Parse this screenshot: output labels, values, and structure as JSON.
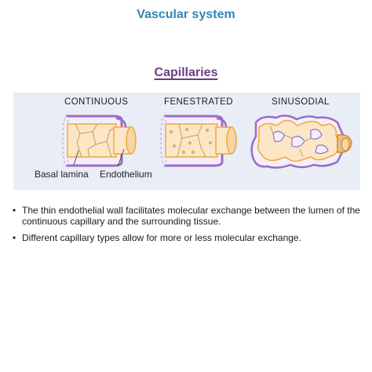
{
  "title": "Vascular system",
  "section": "Capillaries",
  "types": [
    {
      "label": "Continuous"
    },
    {
      "label": "Fenestrated"
    },
    {
      "label": "Sinusodial"
    }
  ],
  "labels": {
    "basal_lamina": "Basal lamina",
    "endothelium": "Endothelium"
  },
  "notes": [
    "The thin endothelial wall facilitates molecular exchange between the lumen of the continuous capillary and the surrounding tissue.",
    "Different capillary types allow for more or less molecular exchange."
  ],
  "colors": {
    "title": "#2f86b6",
    "section": "#6a3d88",
    "panel": "#e9edf6",
    "basal_lamina": "#9b6cc4",
    "endothelium_fill": "#fbe7c6",
    "endothelium_stroke": "#f1a73c"
  }
}
